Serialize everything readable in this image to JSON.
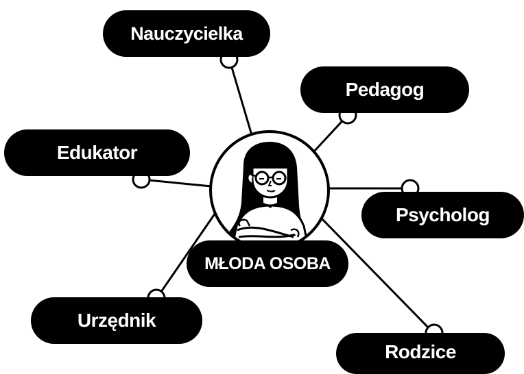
{
  "center": {
    "label": "MŁODA OSOBA",
    "avatar": "young-woman-with-glasses-illustration"
  },
  "nodes": [
    {
      "id": "nauczycielka",
      "label": "Nauczycielka"
    },
    {
      "id": "pedagog",
      "label": "Pedagog"
    },
    {
      "id": "edukator",
      "label": "Edukator"
    },
    {
      "id": "psycholog",
      "label": "Psycholog"
    },
    {
      "id": "urzednik",
      "label": "Urzędnik"
    },
    {
      "id": "rodzice",
      "label": "Rodzice"
    }
  ],
  "colors": {
    "pill": "#000000",
    "pill_text": "#ffffff",
    "line": "#000000",
    "background": "#ffffff"
  }
}
